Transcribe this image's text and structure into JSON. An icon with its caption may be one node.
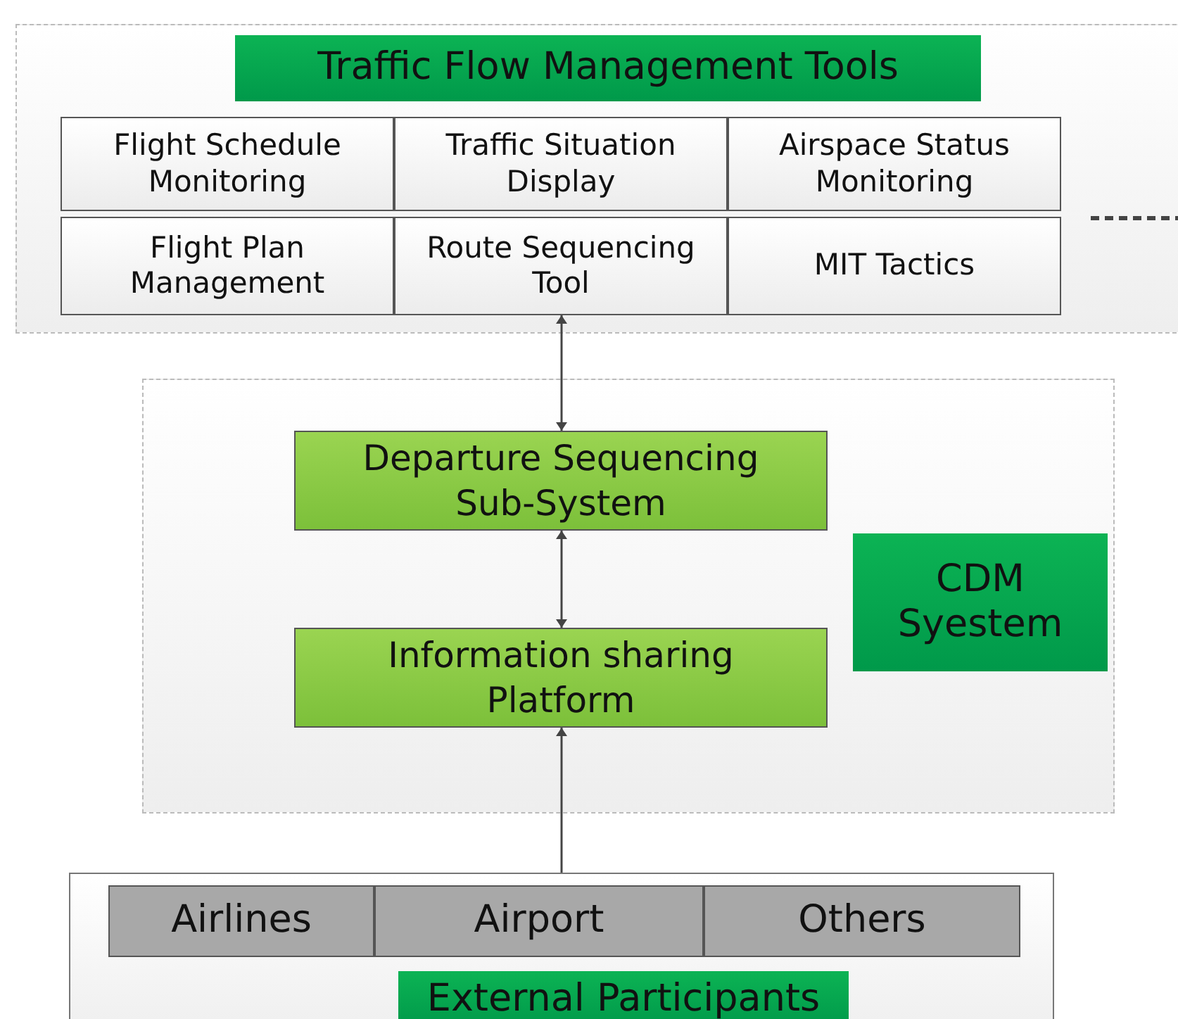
{
  "diagram": {
    "nodes": [
      {
        "text": [
          "Traffic Flow Management Tools"
        ]
      },
      {
        "text": [
          "Flight Schedule Monitoring"
        ],
        "in": 0
      },
      {
        "text": [
          "Traffic Situation Display"
        ],
        "in": 0
      },
      {
        "text": [
          "Airspace Status Monitoring"
        ],
        "in": 0
      },
      {
        "text": [
          "Flight Plan Management"
        ],
        "in": 0
      },
      {
        "text": [
          "Route Sequencing Tool"
        ],
        "in": 0
      },
      {
        "text": [
          "MIT Tactics"
        ],
        "in": 0
      },
      {
        "text": [
          "CDM Syestem"
        ]
      },
      {
        "text": [
          "Departure Sequencing Sub-System"
        ],
        "in": 7
      },
      {
        "text": [
          "Information sharing Platform"
        ],
        "in": 7
      },
      {
        "text": [
          "External Participants"
        ]
      },
      {
        "text": [
          "Airlines"
        ],
        "in": 10
      },
      {
        "text": [
          "Airport"
        ],
        "in": 10
      },
      {
        "text": [
          "Others"
        ],
        "in": 10
      }
    ],
    "edges": [
      {
        "from": 8,
        "to": 5,
        "arrow": "both"
      },
      {
        "from": 9,
        "to": 8,
        "arrow": "both"
      },
      {
        "from": 10,
        "to": 9,
        "arrow": "to"
      }
    ]
  }
}
